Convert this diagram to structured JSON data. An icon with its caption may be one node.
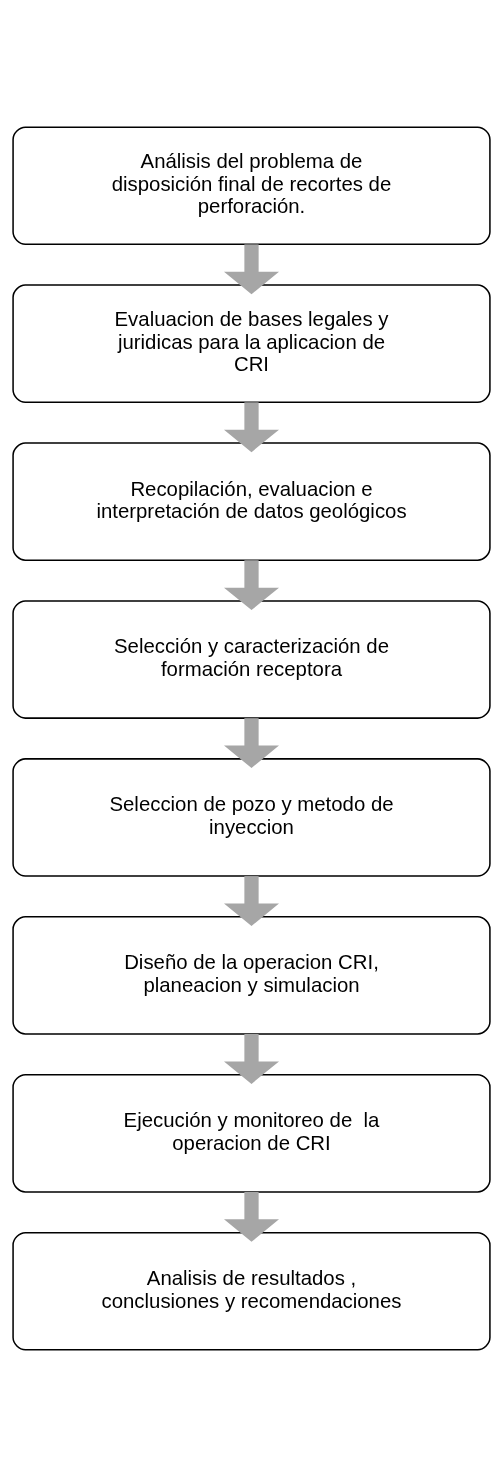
{
  "diagram": {
    "nodes": [
      {
        "text": [
          "Análisis del problema de disposición final de recortes de perforación."
        ]
      },
      {
        "text": [
          "Evaluacion de bases legales y juridicas para la aplicacion de CRI"
        ]
      },
      {
        "text": [
          "Recopilación, evaluacion e interpretación de datos geológicos"
        ]
      },
      {
        "text": [
          "Selección y caracterización de formación receptora"
        ]
      },
      {
        "text": [
          "Seleccion de pozo y metodo de inyeccion"
        ]
      },
      {
        "text": [
          "Diseño de la operacion CRI, planeacion y simulacion"
        ]
      },
      {
        "text": [
          "Ejecución y monitoreo de  la operacion de CRI"
        ]
      },
      {
        "text": [
          "Analisis de resultados , conclusiones y recomendaciones"
        ]
      }
    ],
    "edges": [
      {
        "from": 0,
        "to": 1,
        "arrow": "to"
      },
      {
        "from": 1,
        "to": 2,
        "arrow": "to"
      },
      {
        "from": 2,
        "to": 3,
        "arrow": "to"
      },
      {
        "from": 3,
        "to": 4,
        "arrow": "to"
      },
      {
        "from": 4,
        "to": 5,
        "arrow": "to"
      },
      {
        "from": 5,
        "to": 6,
        "arrow": "to"
      },
      {
        "from": 6,
        "to": 7,
        "arrow": "to"
      }
    ]
  }
}
